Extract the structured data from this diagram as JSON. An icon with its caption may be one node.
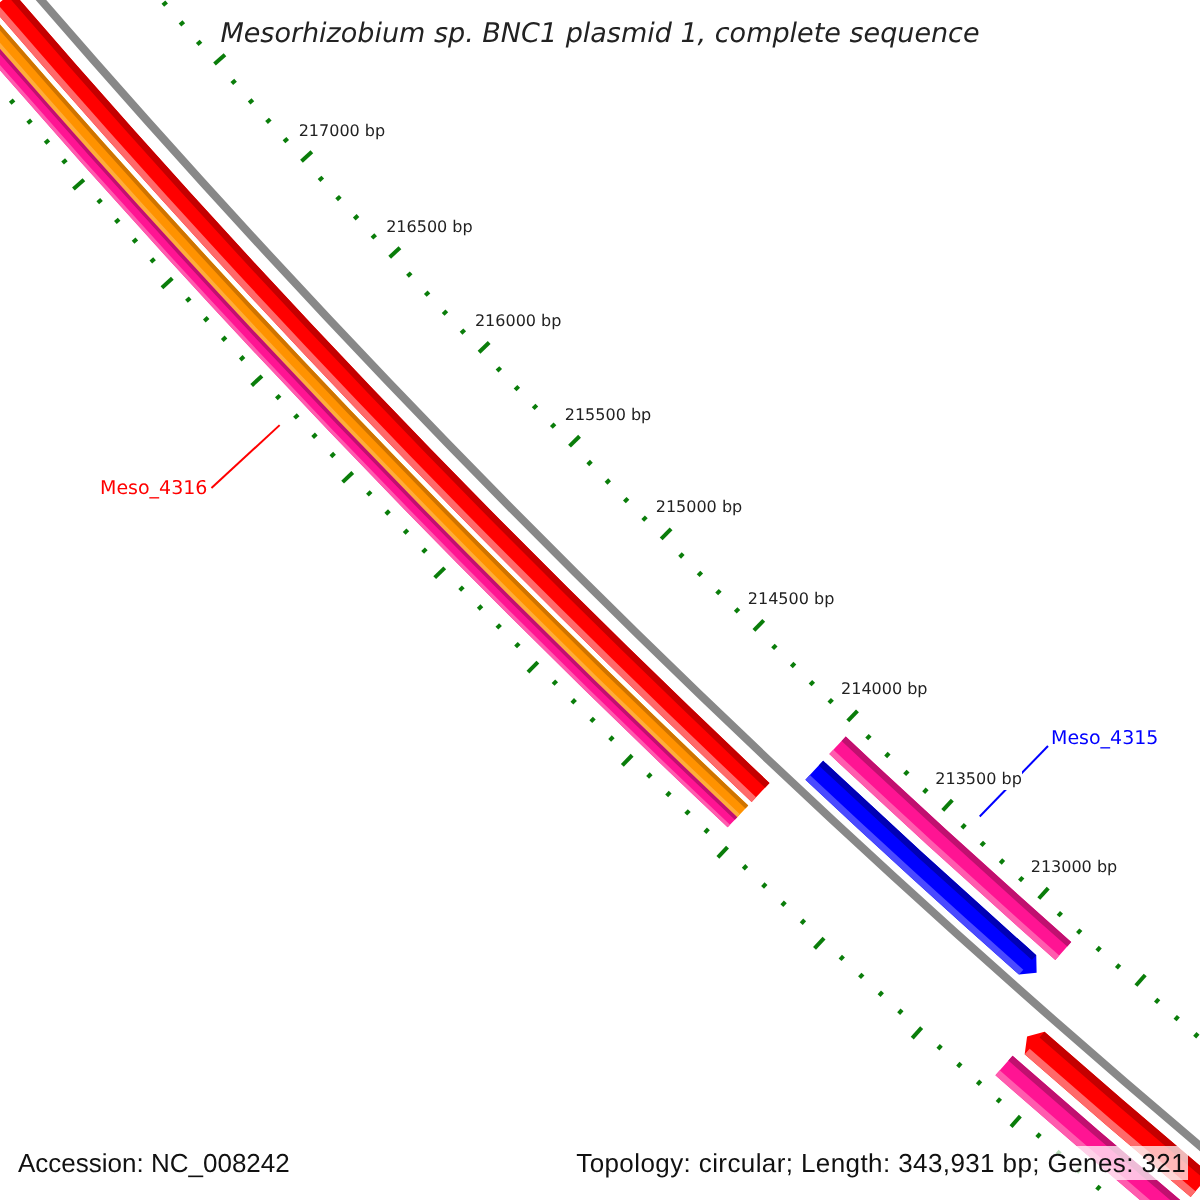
{
  "diagram": {
    "title": "Mesorhizobium sp. BNC1 plasmid 1, complete sequence",
    "nodes": [
      {
        "text": [
          "Meso_4316"
        ]
      },
      {
        "text": [],
        "shape": "bar"
      },
      {
        "text": [
          "Meso_4315"
        ]
      },
      {
        "text": [],
        "shape": "arrow"
      }
    ],
    "edges": [
      {
        "from": 0,
        "to": 1,
        "arrow": "none",
        "color": "#ff0000"
      },
      {
        "from": 2,
        "to": 3,
        "arrow": "none",
        "color": "#0000ff"
      }
    ],
    "labels": [
      "217000 bp",
      "216500 bp",
      "216000 bp",
      "215500 bp",
      "215000 bp",
      "214500 bp",
      "214000 bp",
      "213500 bp",
      "213000 bp",
      "Accession: NC_008242",
      "Topology: circular; Length: 343,931 bp; Genes: 321"
    ]
  }
}
